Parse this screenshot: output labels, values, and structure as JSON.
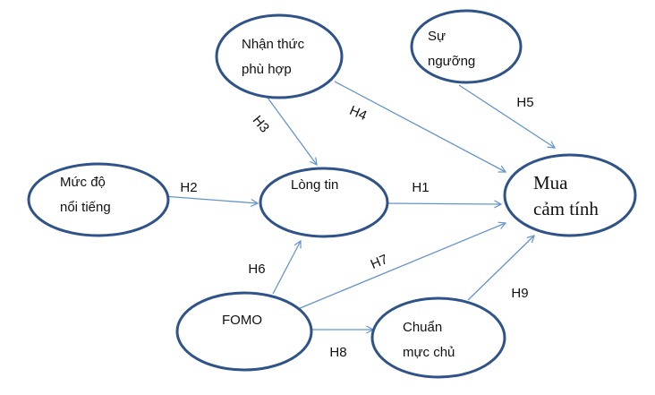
{
  "colors": {
    "node_stroke": "#2f5389",
    "arrow": "#6594cc",
    "label_text": "#111111"
  },
  "nodes": [
    {
      "id": "nhan-thuc-phu-hop",
      "lines": [
        "Nhận thức",
        "phù hợp"
      ]
    },
    {
      "id": "su-nguong",
      "lines": [
        "Sự",
        "ngưỡng"
      ]
    },
    {
      "id": "muc-do-noi-tieng",
      "lines": [
        "Mức độ",
        "nổi tiếng"
      ]
    },
    {
      "id": "long-tin",
      "lines": [
        "Lòng tin"
      ]
    },
    {
      "id": "mua-cam-tinh",
      "lines": [
        "Mua",
        "cảm tính"
      ]
    },
    {
      "id": "fomo",
      "lines": [
        "FOMO"
      ]
    },
    {
      "id": "chuan-muc-chu",
      "lines": [
        "Chuẩn",
        "mực chủ"
      ]
    }
  ],
  "edges": [
    {
      "label": "H1",
      "from": "long-tin",
      "to": "mua-cam-tinh"
    },
    {
      "label": "H2",
      "from": "muc-do-noi-tieng",
      "to": "long-tin"
    },
    {
      "label": "H3",
      "from": "nhan-thuc-phu-hop",
      "to": "long-tin"
    },
    {
      "label": "H4",
      "from": "nhan-thuc-phu-hop",
      "to": "mua-cam-tinh"
    },
    {
      "label": "H5",
      "from": "su-nguong",
      "to": "mua-cam-tinh"
    },
    {
      "label": "H6",
      "from": "fomo",
      "to": "long-tin"
    },
    {
      "label": "H7",
      "from": "fomo",
      "to": "mua-cam-tinh"
    },
    {
      "label": "H8",
      "from": "fomo",
      "to": "chuan-muc-chu"
    },
    {
      "label": "H9",
      "from": "chuan-muc-chu",
      "to": "mua-cam-tinh"
    }
  ]
}
